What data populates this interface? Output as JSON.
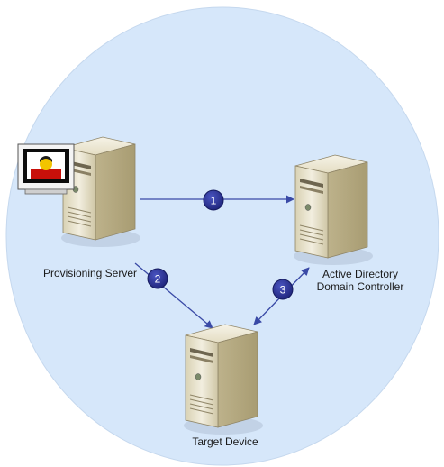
{
  "nodes": {
    "provisioning_server": {
      "label": "Provisioning Server"
    },
    "ad_controller": {
      "line1": "Active Directory",
      "line2": "Domain Controller"
    },
    "target_device": {
      "label": "Target Device"
    }
  },
  "steps": [
    {
      "number": "1"
    },
    {
      "number": "2"
    },
    {
      "number": "3"
    }
  ],
  "colors": {
    "background_circle": "#d6e7fa",
    "arrow": "#3a4aa6",
    "badge": "#2b2f8f",
    "server_body": "#e8e2c8",
    "monitor_screen": "#c8100a"
  }
}
